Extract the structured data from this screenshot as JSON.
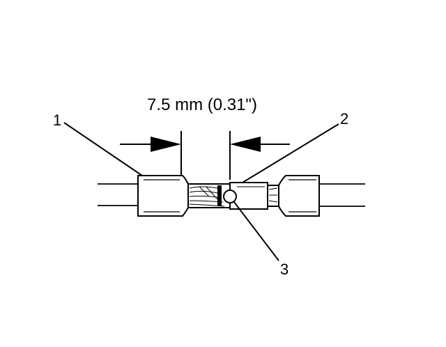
{
  "diagram": {
    "dimension_label": "7.5 mm (0.31\")",
    "callouts": {
      "one": "1",
      "two": "2",
      "three": "3"
    },
    "colors": {
      "ink": "#000000",
      "paper": "#ffffff"
    }
  }
}
